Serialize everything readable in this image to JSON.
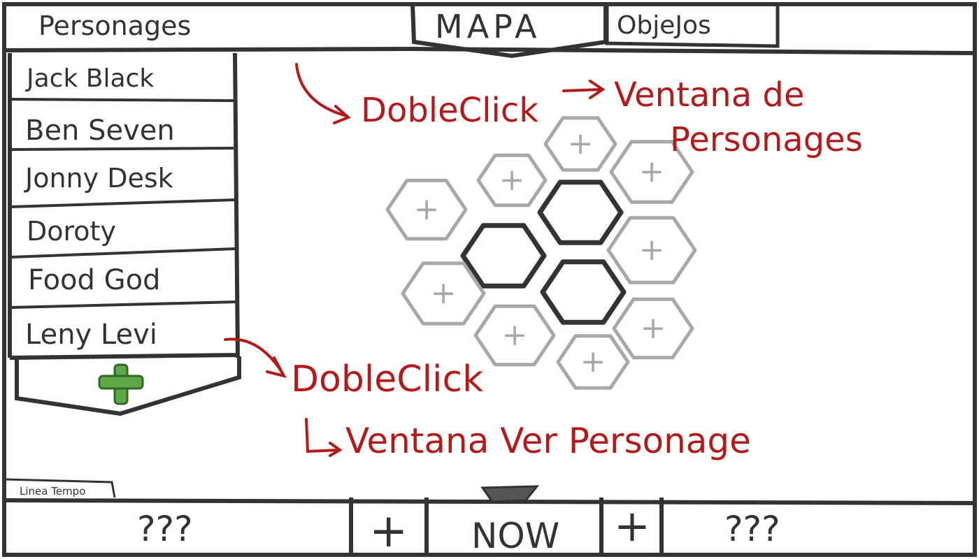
{
  "tabs": {
    "characters": "Personages",
    "map": "MAPA",
    "objects": "ObjeJos"
  },
  "character_list": [
    "Jack Black",
    "Ben Seven",
    "Jonny Desk",
    "Doroty",
    "Food God",
    "Leny Levi"
  ],
  "add_character_glyph": "+",
  "hex_grid": {
    "add_glyph": "+"
  },
  "annotations": {
    "map_double_click": "DobleClick",
    "map_result_line1": "Ventana de",
    "map_result_line2": "Personages",
    "list_double_click": "DobleClick",
    "list_result": "Ventana Ver Personage"
  },
  "timeline": {
    "label": "Linea Tempo",
    "left_unknown": "???",
    "add_left": "+",
    "now": "NOW",
    "add_right": "+",
    "right_unknown": "???"
  },
  "colors": {
    "ink": "#333333",
    "annotation": "#b31b1b",
    "add_button": "#5fa84a",
    "hex_faded": "#a8a8a8"
  }
}
